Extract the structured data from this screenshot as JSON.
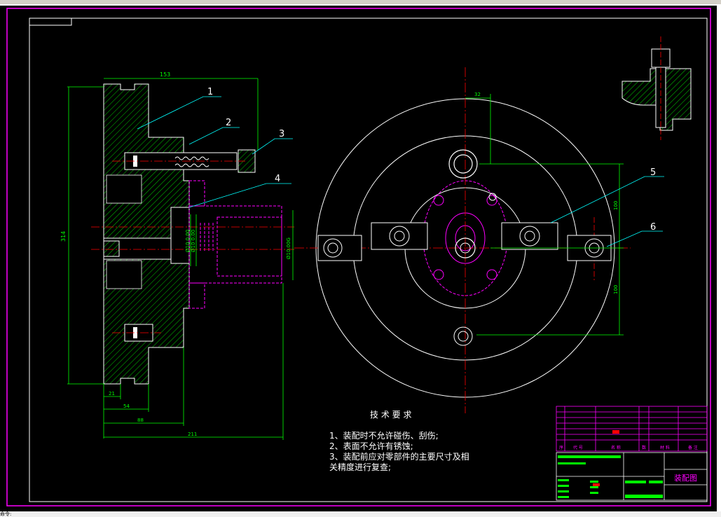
{
  "window": {
    "status_text": "命令:"
  },
  "drawing": {
    "dimensions": {
      "overall_width": "153",
      "overall_height": "314",
      "d21": "21",
      "d54": "54",
      "d88": "88",
      "d211": "211",
      "phi_a": "Ø10 0.00",
      "phi_b": "Ø10 0.00",
      "phi_c": "Ø10.00G",
      "d32": "32",
      "d100_top": "100",
      "d100_bottom": "100"
    },
    "balloons": [
      "1",
      "2",
      "3",
      "4",
      "5",
      "6"
    ],
    "tech_requirements": {
      "title": "技 术 要 求",
      "items": [
        "1、装配时不允许碰伤、刮伤;",
        "2、表面不允许有锈蚀;",
        "3、装配前应对零部件的主要尺寸及相",
        "关精度进行复查;"
      ]
    },
    "title_block": {
      "drawing_name": "装配图",
      "headers": [
        "序",
        "代 号",
        "名 称",
        "数",
        "材 料",
        "备 注"
      ]
    }
  },
  "colors": {
    "background": "#000000",
    "border": "#ff00ff",
    "geometry": "#ffffff",
    "dimension": "#00ff00",
    "centerline": "#ff0000",
    "hatch": "#00ff00",
    "hidden": "#ff00ff",
    "leader": "#00ffff",
    "text": "#ffffff"
  }
}
